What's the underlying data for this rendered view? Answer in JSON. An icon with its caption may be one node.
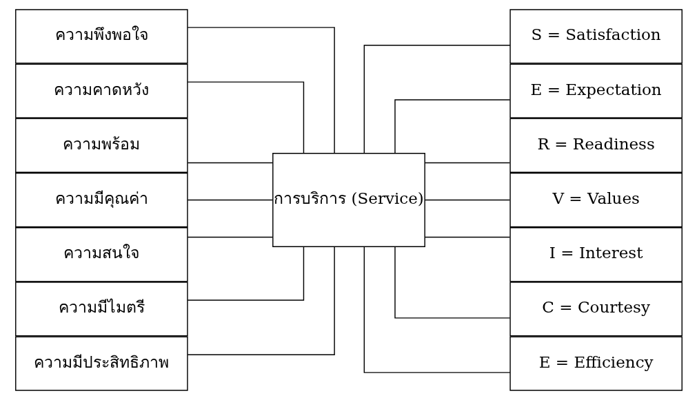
{
  "diagram": {
    "nodes": [
      {
        "text": [
          "ความพึงพอใจ"
        ]
      },
      {
        "text": [
          "ความคาดหวัง"
        ]
      },
      {
        "text": [
          "ความพร้อม"
        ]
      },
      {
        "text": [
          "ความมีคุณค่า"
        ]
      },
      {
        "text": [
          "ความสนใจ"
        ]
      },
      {
        "text": [
          "ความมีไมตรี"
        ]
      },
      {
        "text": [
          "ความมีประสิทธิภาพ"
        ]
      },
      {
        "text": [
          "การบริการ (Service)"
        ]
      },
      {
        "text": [
          "S = Satisfaction"
        ]
      },
      {
        "text": [
          "E = Expectation"
        ]
      },
      {
        "text": [
          "R = Readiness"
        ]
      },
      {
        "text": [
          "V = Values"
        ]
      },
      {
        "text": [
          "I = Interest"
        ]
      },
      {
        "text": [
          "C = Courtesy"
        ]
      },
      {
        "text": [
          "E = Efficiency"
        ]
      }
    ],
    "edges": [
      {
        "from": 0,
        "to": 7,
        "arrow": "none"
      },
      {
        "from": 1,
        "to": 7,
        "arrow": "none"
      },
      {
        "from": 2,
        "to": 7,
        "arrow": "none"
      },
      {
        "from": 3,
        "to": 7,
        "arrow": "none"
      },
      {
        "from": 4,
        "to": 7,
        "arrow": "none"
      },
      {
        "from": 5,
        "to": 7,
        "arrow": "none"
      },
      {
        "from": 6,
        "to": 7,
        "arrow": "none"
      },
      {
        "from": 7,
        "to": 8,
        "arrow": "none"
      },
      {
        "from": 7,
        "to": 9,
        "arrow": "none"
      },
      {
        "from": 7,
        "to": 10,
        "arrow": "none"
      },
      {
        "from": 7,
        "to": 11,
        "arrow": "none"
      },
      {
        "from": 7,
        "to": 12,
        "arrow": "none"
      },
      {
        "from": 7,
        "to": 13,
        "arrow": "none"
      },
      {
        "from": 7,
        "to": 14,
        "arrow": "none"
      }
    ]
  }
}
